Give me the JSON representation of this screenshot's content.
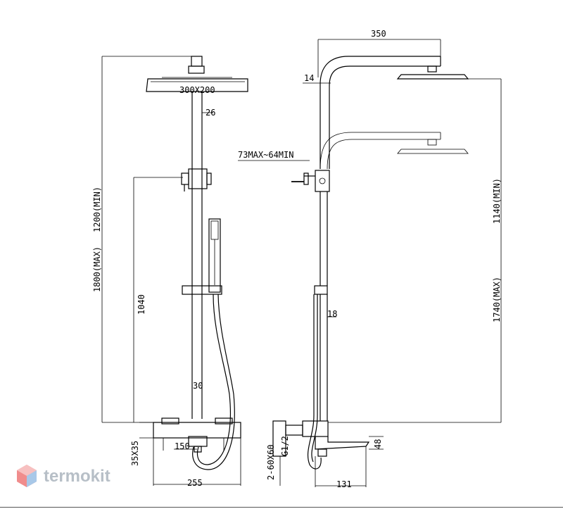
{
  "brand": {
    "name": "termokit"
  },
  "dimensions": {
    "head_top_width": "350",
    "pipe_diameter": "14",
    "head_size": "300X200",
    "rail_diameter": "26",
    "arm_range": "73MAX~64MIN",
    "height_min_left": "1200(MIN)",
    "height_max_left": "1800(MAX)",
    "valve_height": "1040",
    "height_min_right": "1140(MIN)",
    "height_max_right": "1740(MAX)",
    "lower_pipe_diameter": "18",
    "hose_width": "30",
    "inlet_center": "150",
    "eccentric": "35X35",
    "mixer_width": "255",
    "wall_bracket": "2-60X60",
    "thread": "G1/2",
    "spout_height": "48",
    "spout_length": "131"
  }
}
